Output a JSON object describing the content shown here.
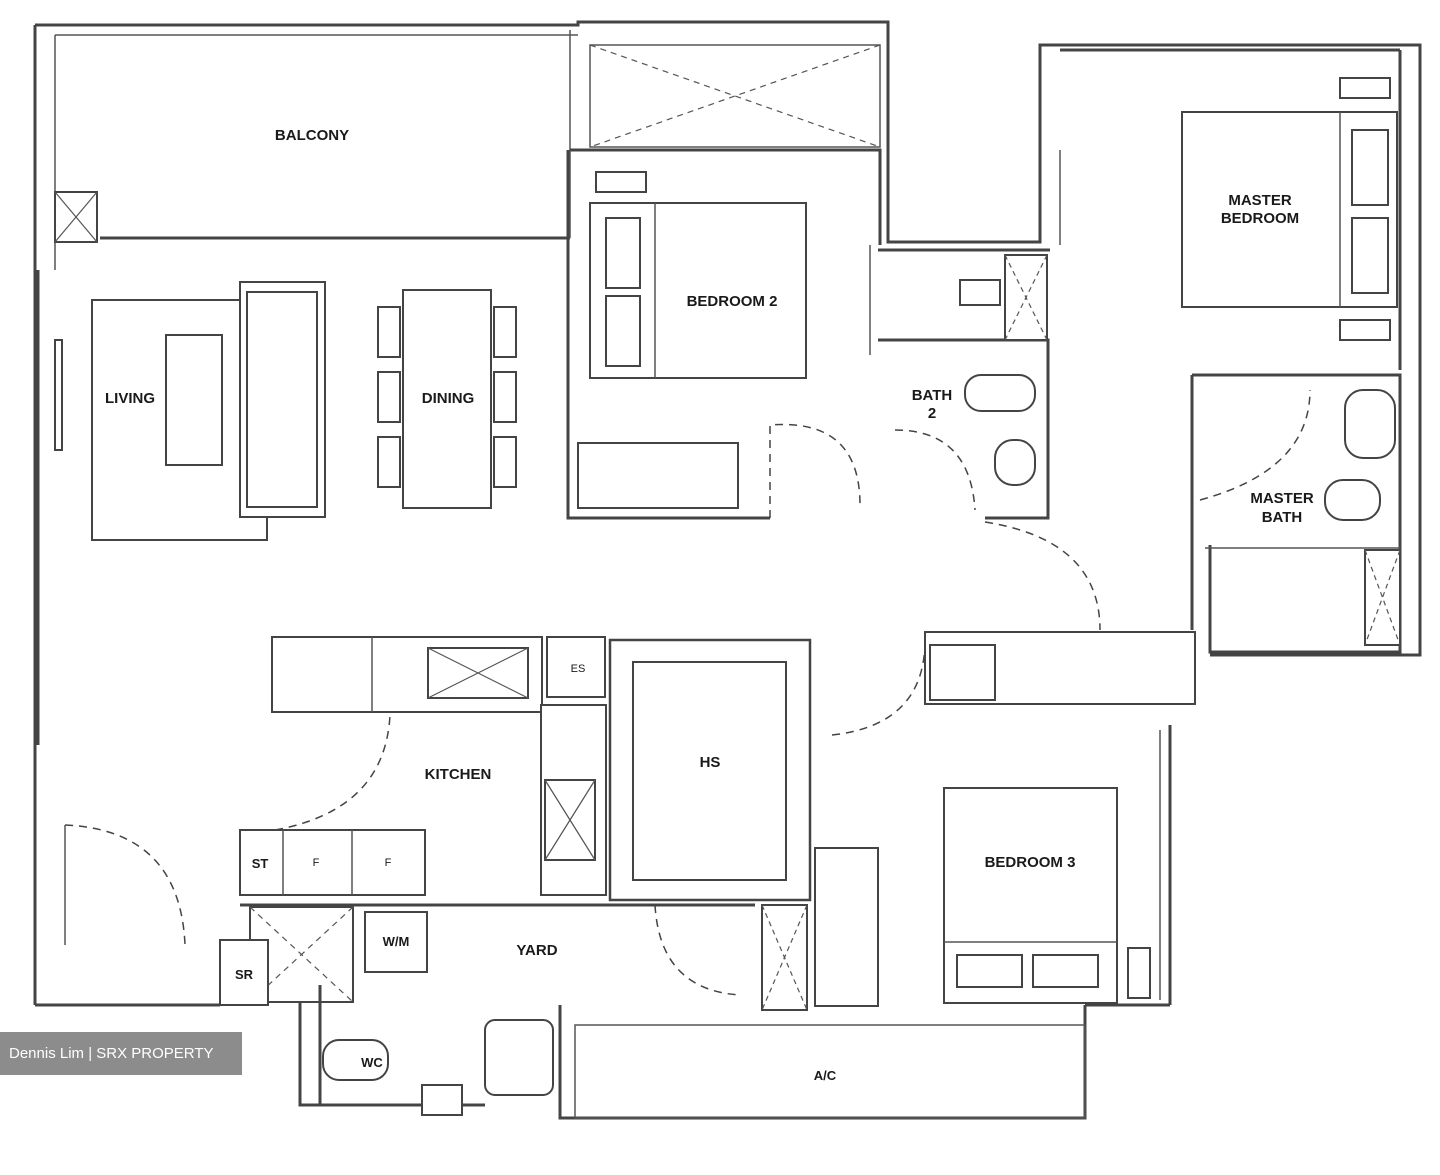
{
  "rooms": {
    "balcony": "BALCONY",
    "living": "LIVING",
    "dining": "DINING",
    "bedroom2": "BEDROOM 2",
    "bath2_line1": "BATH",
    "bath2_line2": "2",
    "master_bedroom_line1": "MASTER",
    "master_bedroom_line2": "BEDROOM",
    "master_bath_line1": "MASTER",
    "master_bath_line2": "BATH",
    "kitchen": "KITCHEN",
    "hs": "HS",
    "bedroom3": "BEDROOM 3",
    "yard": "YARD",
    "ac": "A/C",
    "wc": "WC",
    "sr": "SR",
    "st": "ST",
    "wm": "W/M",
    "fridge1": "F",
    "fridge2": "F",
    "es": "ES"
  },
  "watermark": "Dennis Lim | SRX PROPERTY"
}
